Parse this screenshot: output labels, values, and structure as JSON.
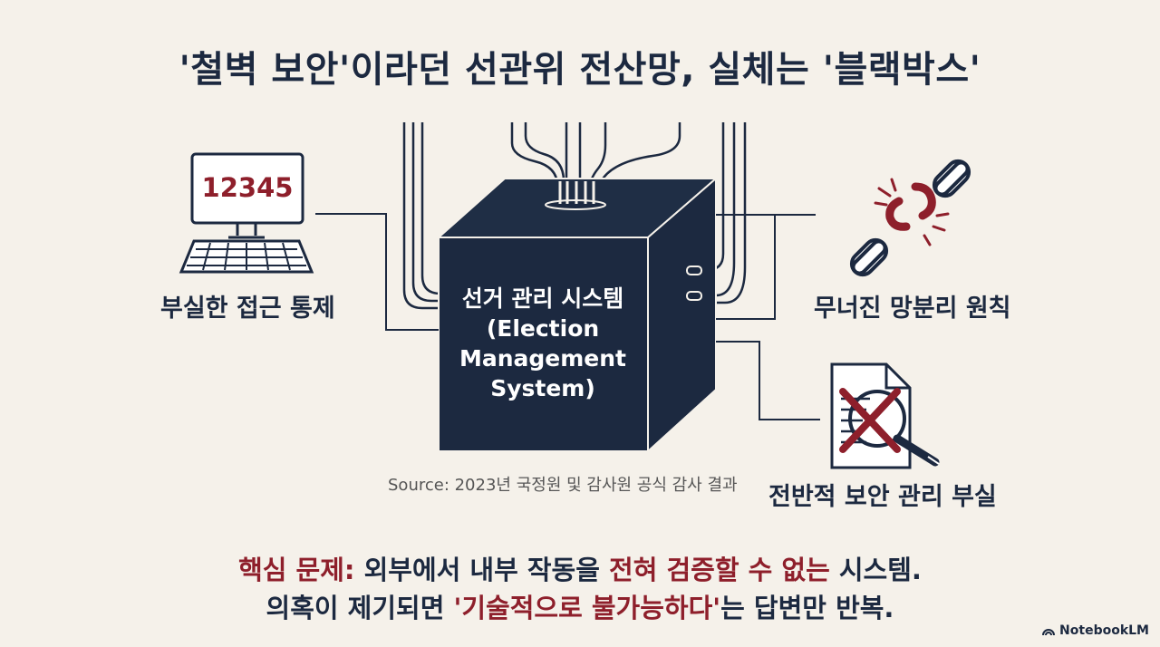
{
  "title": "'철벽 보안'이라던 선관위 전산망, 실체는 '블랙박스'",
  "monitor_number": "12345",
  "box_label_lines": [
    "선거 관리 시스템",
    "(Election",
    "Management",
    "System)"
  ],
  "labels": {
    "left": "부실한 접근 통제",
    "right_top": "무너진 망분리 원칙",
    "right_bottom": "전반적 보안 관리 부실"
  },
  "source": "Source: 2023년 국정원 및 감사원 공식 감사 결과",
  "bottom": {
    "line1": {
      "p1": "핵심 문제:",
      "p2": " 외부에서 내부 작동을 ",
      "p3": "전혀 검증할 수 없는",
      "p4": " 시스템."
    },
    "line2": {
      "p1": "의혹이 제기되면 ",
      "p2": "'기술적으로 불가능하다'",
      "p3": "는 답변만 반복."
    }
  },
  "brand": "NotebookLM",
  "icons": [
    "computer-icon",
    "broken-chain-icon",
    "document-magnifier-x-icon",
    "notebooklm-logo-icon"
  ],
  "colors": {
    "navy": "#1c2940",
    "accent_red": "#8e1f2b",
    "background": "#f5f1ea"
  }
}
